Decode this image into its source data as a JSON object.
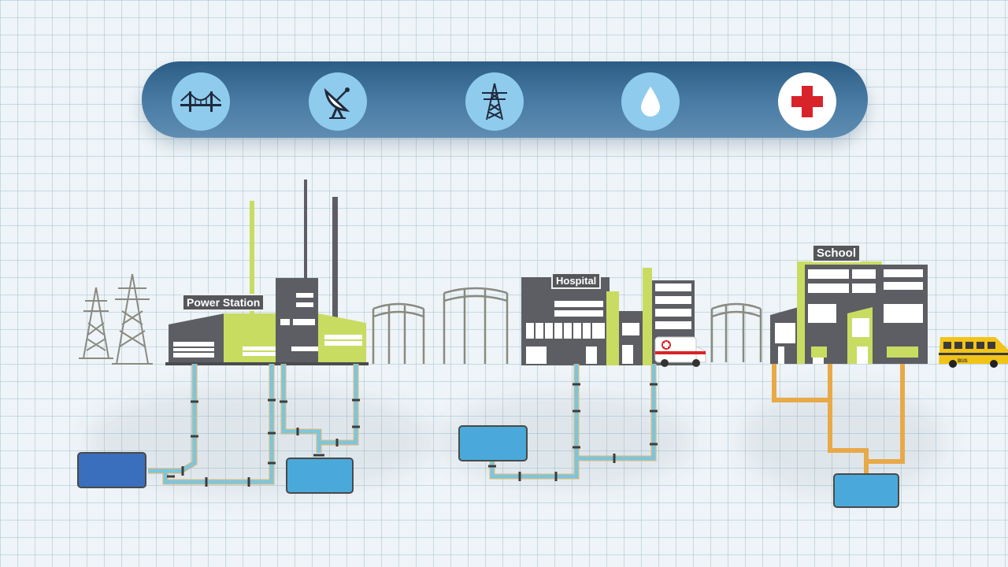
{
  "labels": {
    "power_station": "Power Station",
    "hospital": "Hospital",
    "school": "School",
    "bus_text": "BUS"
  },
  "icons": [
    "bridge-icon",
    "satellite-dish-icon",
    "power-pylon-icon",
    "water-drop-icon",
    "medical-cross-icon"
  ],
  "colors": {
    "bar_dark": "#2c5d85",
    "bar_light": "#5f8db2",
    "icon_circle": "#8fcbed",
    "building_gray": "#5d5e63",
    "accent_lime": "#c9dc62",
    "pipe_blue": "#79c6e3",
    "pipe_orange": "#e8a948",
    "tank_blue": "#4aa9da",
    "tank_dark_blue": "#3a6fbd",
    "red_cross": "#d8232a",
    "bus_yellow": "#f2c418"
  }
}
